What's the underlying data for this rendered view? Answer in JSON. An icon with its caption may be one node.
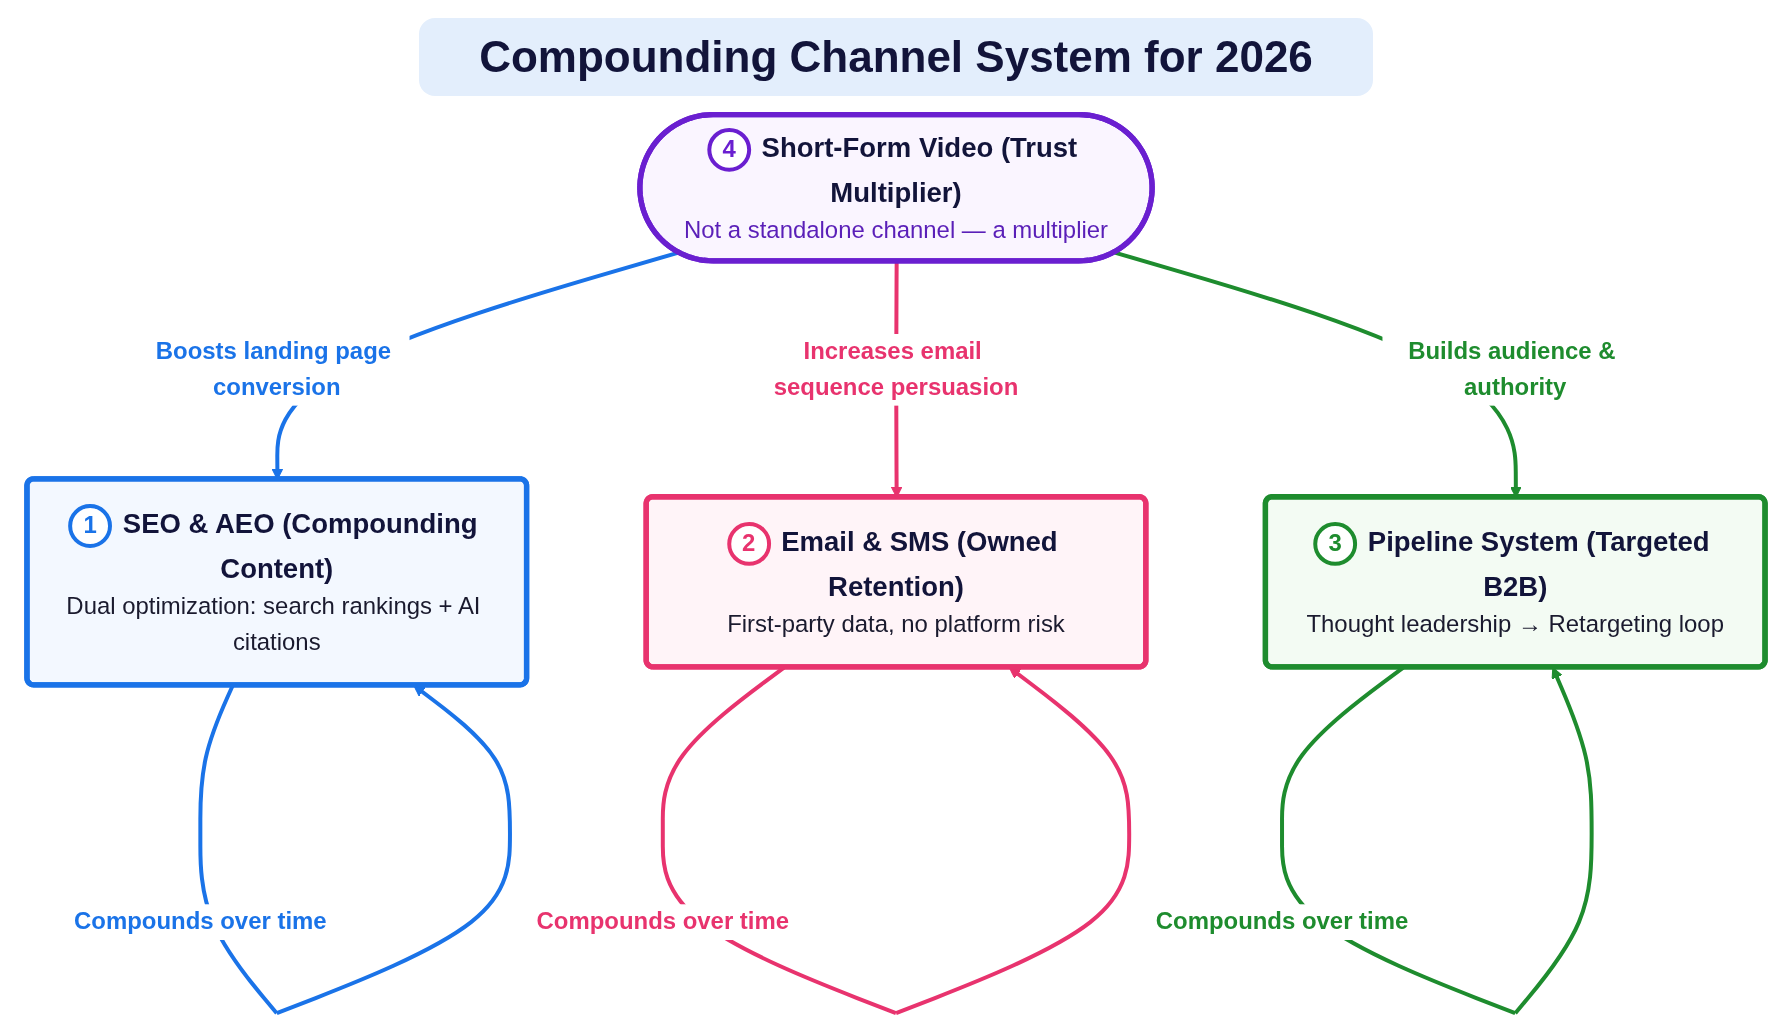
{
  "diagram": {
    "title": "Compounding Channel System for 2026",
    "nodes": [
      {
        "text": [
          "4",
          "Short-Form Video (Trust Multiplier)",
          "Not a standalone channel — a multiplier"
        ]
      },
      {
        "text": [
          "1",
          "SEO & AEO (Compounding Content)",
          "Dual optimization: search rankings + AI citations"
        ]
      },
      {
        "text": [
          "2",
          "Email & SMS (Owned Retention)",
          "First-party data, no platform risk"
        ]
      },
      {
        "text": [
          "3",
          "Pipeline System (Targeted B2B)",
          "Thought leadership → Retargeting loop"
        ]
      }
    ],
    "edges": [
      {
        "from": 0,
        "to": 1,
        "arrow": "to",
        "label": "Boosts landing page conversion",
        "color": "#1a73e8"
      },
      {
        "from": 0,
        "to": 2,
        "arrow": "to",
        "label": "Increases email sequence persuasion",
        "color": "#e8336e"
      },
      {
        "from": 0,
        "to": 3,
        "arrow": "to",
        "label": "Builds audience & authority",
        "color": "#1e8c2e"
      },
      {
        "from": 1,
        "to": 1,
        "arrow": "to",
        "label": "Compounds over time",
        "color": "#1a73e8"
      },
      {
        "from": 2,
        "to": 2,
        "arrow": "to",
        "label": "Compounds over time",
        "color": "#e8336e"
      },
      {
        "from": 3,
        "to": 3,
        "arrow": "to",
        "label": "Compounds over time",
        "color": "#1e8c2e"
      }
    ]
  }
}
